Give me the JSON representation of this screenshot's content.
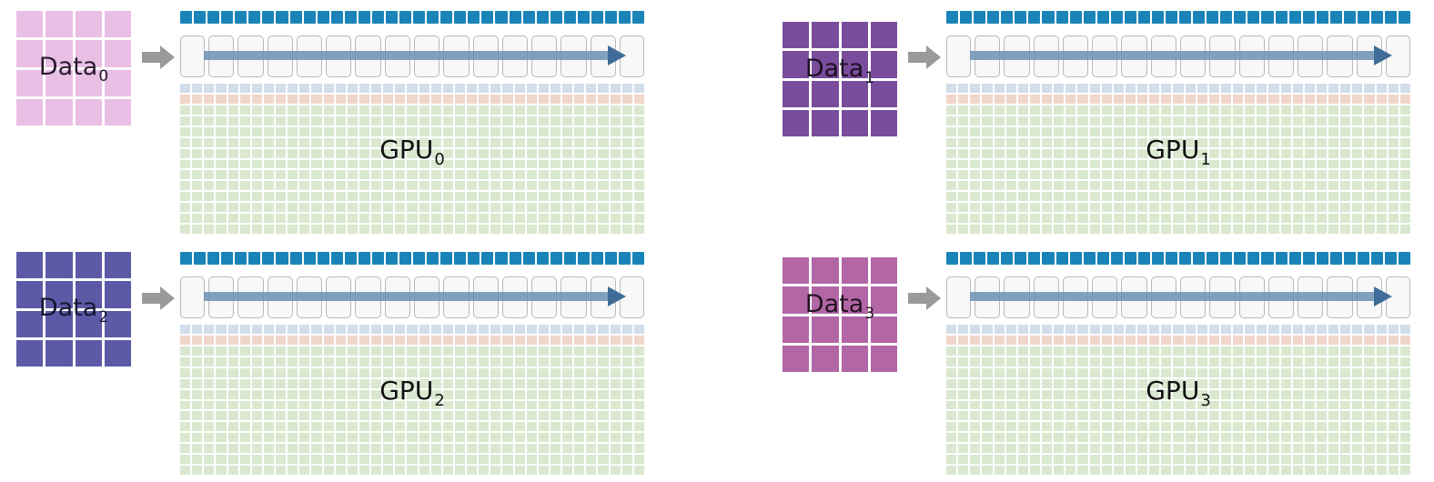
{
  "units": [
    {
      "data": {
        "label": "Data",
        "subscript": "0",
        "color": "#e9bfe5",
        "text_color": "#2a1a2e"
      },
      "gpu": {
        "label": "GPU",
        "subscript": "0"
      }
    },
    {
      "data": {
        "label": "Data",
        "subscript": "1",
        "color": "#7a4d9c",
        "text_color": "#1c1024"
      },
      "gpu": {
        "label": "GPU",
        "subscript": "1"
      }
    },
    {
      "data": {
        "label": "Data",
        "subscript": "2",
        "color": "#5c5aa6",
        "text_color": "#161632"
      },
      "gpu": {
        "label": "GPU",
        "subscript": "2"
      }
    },
    {
      "data": {
        "label": "Data",
        "subscript": "3",
        "color": "#b266a6",
        "text_color": "#241222"
      },
      "gpu": {
        "label": "GPU",
        "subscript": "3"
      }
    }
  ],
  "colors": {
    "gpu_top_strip": "#1a84b8",
    "pipeline_arrow": "#6b90b4",
    "feed_arrow": "#9a9a9a",
    "core_green": "#d9e8cf",
    "core_blue": "#d2deea",
    "core_peach": "#f1d6cb"
  }
}
